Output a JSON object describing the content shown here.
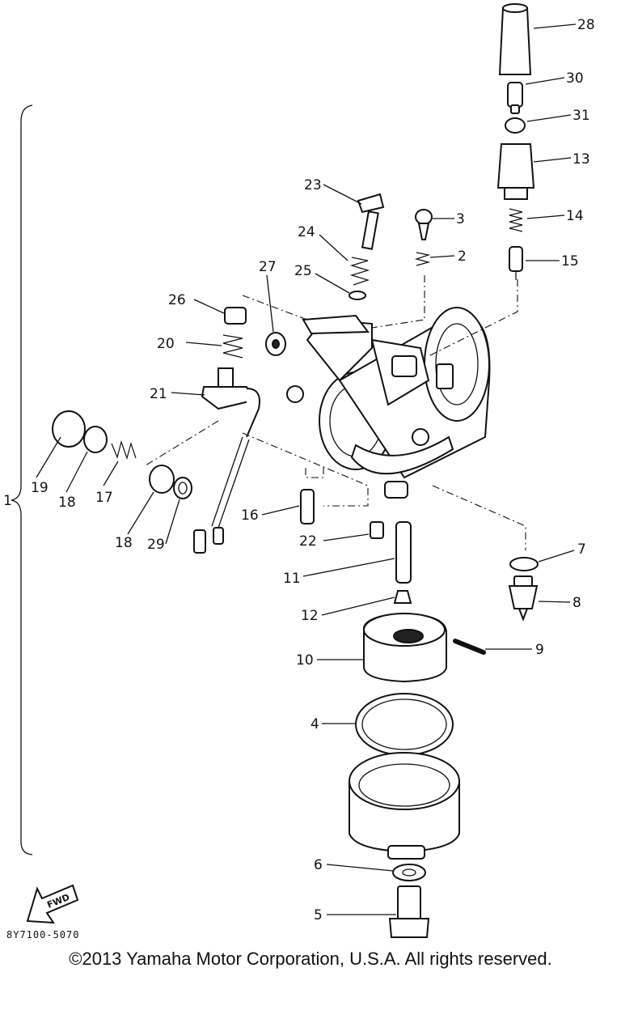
{
  "diagram": {
    "assembly_label": "1",
    "fwd_label": "FWD",
    "drawing_code": "8Y7100-5070",
    "copyright": "©2013 Yamaha Motor Corporation, U.S.A. All rights reserved.",
    "callouts": [
      {
        "id": "28",
        "label": "28"
      },
      {
        "id": "30",
        "label": "30"
      },
      {
        "id": "31",
        "label": "31"
      },
      {
        "id": "13",
        "label": "13"
      },
      {
        "id": "14",
        "label": "14"
      },
      {
        "id": "15",
        "label": "15"
      },
      {
        "id": "23",
        "label": "23"
      },
      {
        "id": "3",
        "label": "3"
      },
      {
        "id": "24",
        "label": "24"
      },
      {
        "id": "2",
        "label": "2"
      },
      {
        "id": "27",
        "label": "27"
      },
      {
        "id": "25",
        "label": "25"
      },
      {
        "id": "26",
        "label": "26"
      },
      {
        "id": "20",
        "label": "20"
      },
      {
        "id": "21",
        "label": "21"
      },
      {
        "id": "19",
        "label": "19"
      },
      {
        "id": "18a",
        "label": "18"
      },
      {
        "id": "17",
        "label": "17"
      },
      {
        "id": "18b",
        "label": "18"
      },
      {
        "id": "29",
        "label": "29"
      },
      {
        "id": "16",
        "label": "16"
      },
      {
        "id": "22",
        "label": "22"
      },
      {
        "id": "11",
        "label": "11"
      },
      {
        "id": "7",
        "label": "7"
      },
      {
        "id": "8",
        "label": "8"
      },
      {
        "id": "12",
        "label": "12"
      },
      {
        "id": "9",
        "label": "9"
      },
      {
        "id": "10",
        "label": "10"
      },
      {
        "id": "4",
        "label": "4"
      },
      {
        "id": "6",
        "label": "6"
      },
      {
        "id": "5",
        "label": "5"
      }
    ]
  }
}
